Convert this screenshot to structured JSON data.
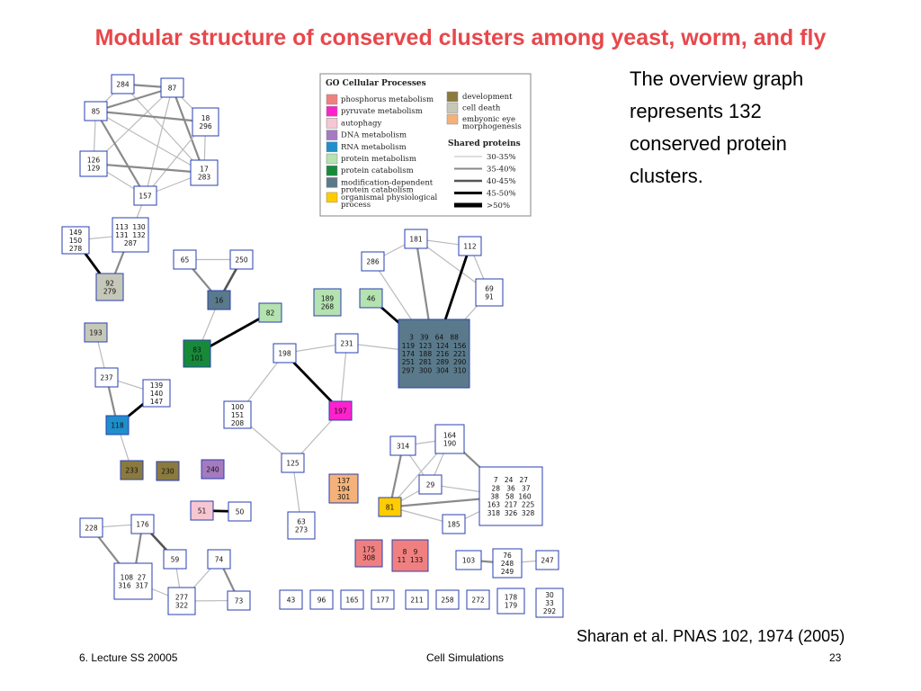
{
  "slide": {
    "title": "Modular structure of conserved clusters among yeast, worm, and fly",
    "side_text": [
      "The overview graph",
      "represents 132",
      "conserved protein",
      "clusters."
    ],
    "citation": "Sharan et al. PNAS 102, 1974 (2005)",
    "footer_left": "6. Lecture SS 20005",
    "footer_center": "Cell Simulations",
    "footer_right": "23"
  },
  "legend": {
    "title": "GO Cellular Processes",
    "processes_left": [
      {
        "label": "phosphorus metabolism",
        "color": "#f08080"
      },
      {
        "label": "pyruvate metabolism",
        "color": "#ff22cc"
      },
      {
        "label": "autophagy",
        "color": "#f6c7d3"
      },
      {
        "label": "DNA metabolism",
        "color": "#a57abf"
      },
      {
        "label": "RNA metabolism",
        "color": "#1e8fcb"
      },
      {
        "label": "protein metabolism",
        "color": "#b4e2b0"
      },
      {
        "label": "protein catabolism",
        "color": "#178a3a"
      },
      {
        "label": "modification-dependent\nprotein catabolism",
        "color": "#5a7a8b"
      },
      {
        "label": "organismal physiological\nprocess",
        "color": "#ffcc00"
      }
    ],
    "processes_right": [
      {
        "label": "development",
        "color": "#8b7a3e"
      },
      {
        "label": "cell death",
        "color": "#c5c8b8"
      },
      {
        "label": "embyonic eye\nmorphogenesis",
        "color": "#f4b27a"
      }
    ],
    "shared_title": "Shared proteins",
    "shared": [
      {
        "label": "30-35%",
        "color": "#bbbbbb",
        "width": 1
      },
      {
        "label": "35-40%",
        "color": "#888888",
        "width": 2
      },
      {
        "label": "40-45%",
        "color": "#555555",
        "width": 2.5
      },
      {
        "label": "45-50%",
        "color": "#000000",
        "width": 3
      },
      {
        "label": ">50%",
        "color": "#000000",
        "width": 5
      }
    ]
  },
  "graph": {
    "nodes": [
      {
        "id": "n284",
        "lines": [
          "284"
        ],
        "fill": "#ffffff"
      },
      {
        "id": "n87",
        "lines": [
          "87"
        ],
        "fill": "#ffffff"
      },
      {
        "id": "n85",
        "lines": [
          "85"
        ],
        "fill": "#ffffff"
      },
      {
        "id": "n18",
        "lines": [
          "18",
          "296"
        ],
        "fill": "#ffffff"
      },
      {
        "id": "n126",
        "lines": [
          "126",
          "129"
        ],
        "fill": "#ffffff"
      },
      {
        "id": "n17",
        "lines": [
          "17",
          "283"
        ],
        "fill": "#ffffff"
      },
      {
        "id": "n157",
        "lines": [
          "157"
        ],
        "fill": "#ffffff"
      },
      {
        "id": "n149",
        "lines": [
          "149",
          "150",
          "278"
        ],
        "fill": "#ffffff"
      },
      {
        "id": "n113",
        "lines": [
          "113  130",
          "131  132",
          "287"
        ],
        "fill": "#ffffff"
      },
      {
        "id": "n92",
        "lines": [
          "92",
          "279"
        ],
        "fill": "#c5c8b8"
      },
      {
        "id": "n65",
        "lines": [
          "65"
        ],
        "fill": "#ffffff"
      },
      {
        "id": "n250",
        "lines": [
          "250"
        ],
        "fill": "#ffffff"
      },
      {
        "id": "n16",
        "lines": [
          "16"
        ],
        "fill": "#5a7a8b"
      },
      {
        "id": "n82",
        "lines": [
          "82"
        ],
        "fill": "#b4e2b0"
      },
      {
        "id": "n83",
        "lines": [
          "83",
          "101"
        ],
        "fill": "#178a3a"
      },
      {
        "id": "n189",
        "lines": [
          "189",
          "268"
        ],
        "fill": "#b4e2b0"
      },
      {
        "id": "n46",
        "lines": [
          "46"
        ],
        "fill": "#b4e2b0"
      },
      {
        "id": "n181",
        "lines": [
          "181"
        ],
        "fill": "#ffffff"
      },
      {
        "id": "n112",
        "lines": [
          "112"
        ],
        "fill": "#ffffff"
      },
      {
        "id": "n286",
        "lines": [
          "286"
        ],
        "fill": "#ffffff"
      },
      {
        "id": "n69",
        "lines": [
          "69",
          "91"
        ],
        "fill": "#ffffff"
      },
      {
        "id": "nbig",
        "lines": [
          "3   39   64   88",
          "119  123  124  156",
          "174  188  216  221",
          "251  281  289  290",
          "297  300  304  310"
        ],
        "fill": "#5a7a8b"
      },
      {
        "id": "n231",
        "lines": [
          "231"
        ],
        "fill": "#ffffff"
      },
      {
        "id": "n198",
        "lines": [
          "198"
        ],
        "fill": "#ffffff"
      },
      {
        "id": "n193",
        "lines": [
          "193"
        ],
        "fill": "#c5c8b8"
      },
      {
        "id": "n237",
        "lines": [
          "237"
        ],
        "fill": "#ffffff"
      },
      {
        "id": "n139",
        "lines": [
          "139",
          "140",
          "147"
        ],
        "fill": "#ffffff"
      },
      {
        "id": "n118",
        "lines": [
          "118"
        ],
        "fill": "#1e8fcb"
      },
      {
        "id": "n100",
        "lines": [
          "100",
          "151",
          "208"
        ],
        "fill": "#ffffff"
      },
      {
        "id": "n197",
        "lines": [
          "197"
        ],
        "fill": "#ff22cc"
      },
      {
        "id": "n314",
        "lines": [
          "314"
        ],
        "fill": "#ffffff"
      },
      {
        "id": "n164",
        "lines": [
          "164",
          "190"
        ],
        "fill": "#ffffff"
      },
      {
        "id": "n233",
        "lines": [
          "233"
        ],
        "fill": "#8b7a3e"
      },
      {
        "id": "n230",
        "lines": [
          "230"
        ],
        "fill": "#8b7a3e"
      },
      {
        "id": "n240",
        "lines": [
          "240"
        ],
        "fill": "#a57abf"
      },
      {
        "id": "n125",
        "lines": [
          "125"
        ],
        "fill": "#ffffff"
      },
      {
        "id": "n137",
        "lines": [
          "137",
          "194",
          "301"
        ],
        "fill": "#f4b27a"
      },
      {
        "id": "n29",
        "lines": [
          "29"
        ],
        "fill": "#ffffff"
      },
      {
        "id": "n7",
        "lines": [
          "7   24   27",
          "28   36   37",
          "38   58  160",
          "163  217  225",
          "318  326  328"
        ],
        "fill": "#ffffff"
      },
      {
        "id": "n51",
        "lines": [
          "51"
        ],
        "fill": "#f6c7d3"
      },
      {
        "id": "n50",
        "lines": [
          "50"
        ],
        "fill": "#ffffff"
      },
      {
        "id": "n81",
        "lines": [
          "81"
        ],
        "fill": "#ffcc00"
      },
      {
        "id": "n228",
        "lines": [
          "228"
        ],
        "fill": "#ffffff"
      },
      {
        "id": "n176",
        "lines": [
          "176"
        ],
        "fill": "#ffffff"
      },
      {
        "id": "n63",
        "lines": [
          "63",
          "273"
        ],
        "fill": "#ffffff"
      },
      {
        "id": "n185",
        "lines": [
          "185"
        ],
        "fill": "#ffffff"
      },
      {
        "id": "n59",
        "lines": [
          "59"
        ],
        "fill": "#ffffff"
      },
      {
        "id": "n74",
        "lines": [
          "74"
        ],
        "fill": "#ffffff"
      },
      {
        "id": "n175",
        "lines": [
          "175",
          "308"
        ],
        "fill": "#f08080"
      },
      {
        "id": "n8",
        "lines": [
          "8   9",
          "11  133"
        ],
        "fill": "#f08080"
      },
      {
        "id": "n103",
        "lines": [
          "103"
        ],
        "fill": "#ffffff"
      },
      {
        "id": "n76",
        "lines": [
          "76",
          "248",
          "249"
        ],
        "fill": "#ffffff"
      },
      {
        "id": "n247",
        "lines": [
          "247"
        ],
        "fill": "#ffffff"
      },
      {
        "id": "n108",
        "lines": [
          "108  27",
          "316  317"
        ],
        "fill": "#ffffff"
      },
      {
        "id": "n277",
        "lines": [
          "277",
          "322"
        ],
        "fill": "#ffffff"
      },
      {
        "id": "n73",
        "lines": [
          "73"
        ],
        "fill": "#ffffff"
      },
      {
        "id": "n43",
        "lines": [
          "43"
        ],
        "fill": "#ffffff"
      },
      {
        "id": "n96",
        "lines": [
          "96"
        ],
        "fill": "#ffffff"
      },
      {
        "id": "n165",
        "lines": [
          "165"
        ],
        "fill": "#ffffff"
      },
      {
        "id": "n177",
        "lines": [
          "177"
        ],
        "fill": "#ffffff"
      },
      {
        "id": "n211",
        "lines": [
          "211"
        ],
        "fill": "#ffffff"
      },
      {
        "id": "n258",
        "lines": [
          "258"
        ],
        "fill": "#ffffff"
      },
      {
        "id": "n272",
        "lines": [
          "272"
        ],
        "fill": "#ffffff"
      },
      {
        "id": "n178",
        "lines": [
          "178",
          "179"
        ],
        "fill": "#ffffff"
      },
      {
        "id": "n30",
        "lines": [
          "30",
          "33",
          "292"
        ],
        "fill": "#ffffff"
      }
    ],
    "edges": [
      {
        "a": "n284",
        "b": "n87",
        "shared": "35-40%"
      },
      {
        "a": "n284",
        "b": "n85",
        "shared": "30-35%"
      },
      {
        "a": "n284",
        "b": "n17",
        "shared": "30-35%"
      },
      {
        "a": "n87",
        "b": "n85",
        "shared": "35-40%"
      },
      {
        "a": "n87",
        "b": "n18",
        "shared": "30-35%"
      },
      {
        "a": "n87",
        "b": "n17",
        "shared": "35-40%"
      },
      {
        "a": "n87",
        "b": "n126",
        "shared": "30-35%"
      },
      {
        "a": "n87",
        "b": "n157",
        "shared": "30-35%"
      },
      {
        "a": "n85",
        "b": "n18",
        "shared": "35-40%"
      },
      {
        "a": "n85",
        "b": "n126",
        "shared": "30-35%"
      },
      {
        "a": "n85",
        "b": "n157",
        "shared": "35-40%"
      },
      {
        "a": "n85",
        "b": "n17",
        "shared": "30-35%"
      },
      {
        "a": "n18",
        "b": "n17",
        "shared": "30-35%"
      },
      {
        "a": "n18",
        "b": "n157",
        "shared": "30-35%"
      },
      {
        "a": "n126",
        "b": "n17",
        "shared": "35-40%"
      },
      {
        "a": "n126",
        "b": "n157",
        "shared": "30-35%"
      },
      {
        "a": "n17",
        "b": "n157",
        "shared": "30-35%"
      },
      {
        "a": "n157",
        "b": "n113",
        "shared": "30-35%"
      },
      {
        "a": "n149",
        "b": "n113",
        "shared": "30-35%"
      },
      {
        "a": "n149",
        "b": "n92",
        "shared": "45-50%"
      },
      {
        "a": "n113",
        "b": "n92",
        "shared": "35-40%"
      },
      {
        "a": "n65",
        "b": "n16",
        "shared": "35-40%"
      },
      {
        "a": "n65",
        "b": "n250",
        "shared": "30-35%"
      },
      {
        "a": "n250",
        "b": "n16",
        "shared": "40-45%"
      },
      {
        "a": "n16",
        "b": "n83",
        "shared": "30-35%"
      },
      {
        "a": "n83",
        "b": "n82",
        "shared": "45-50%"
      },
      {
        "a": "n46",
        "b": "nbig",
        "shared": "45-50%"
      },
      {
        "a": "n181",
        "b": "n286",
        "shared": "30-35%"
      },
      {
        "a": "n181",
        "b": "n112",
        "shared": "30-35%"
      },
      {
        "a": "n181",
        "b": "nbig",
        "shared": "35-40%"
      },
      {
        "a": "n181",
        "b": "n69",
        "shared": "30-35%"
      },
      {
        "a": "n286",
        "b": "nbig",
        "shared": "30-35%"
      },
      {
        "a": "n112",
        "b": "nbig",
        "shared": "45-50%"
      },
      {
        "a": "n112",
        "b": "n69",
        "shared": "30-35%"
      },
      {
        "a": "n69",
        "b": "nbig",
        "shared": "30-35%"
      },
      {
        "a": "n231",
        "b": "nbig",
        "shared": "30-35%"
      },
      {
        "a": "n198",
        "b": "n231",
        "shared": "30-35%"
      },
      {
        "a": "n231",
        "b": "n197",
        "shared": "30-35%"
      },
      {
        "a": "n198",
        "b": "n197",
        "shared": "45-50%"
      },
      {
        "a": "n198",
        "b": "n100",
        "shared": "30-35%"
      },
      {
        "a": "n100",
        "b": "n125",
        "shared": "30-35%"
      },
      {
        "a": "n197",
        "b": "n125",
        "shared": "30-35%"
      },
      {
        "a": "n125",
        "b": "n63",
        "shared": "30-35%"
      },
      {
        "a": "n193",
        "b": "n237",
        "shared": "30-35%"
      },
      {
        "a": "n237",
        "b": "n139",
        "shared": "30-35%"
      },
      {
        "a": "n237",
        "b": "n118",
        "shared": "35-40%"
      },
      {
        "a": "n139",
        "b": "n118",
        "shared": "45-50%"
      },
      {
        "a": "n118",
        "b": "n233",
        "shared": "30-35%"
      },
      {
        "a": "n51",
        "b": "n50",
        "shared": "45-50%"
      },
      {
        "a": "n314",
        "b": "n81",
        "shared": "35-40%"
      },
      {
        "a": "n314",
        "b": "n164",
        "shared": "30-35%"
      },
      {
        "a": "n164",
        "b": "n81",
        "shared": "30-35%"
      },
      {
        "a": "n164",
        "b": "n7",
        "shared": "35-40%"
      },
      {
        "a": "n164",
        "b": "n29",
        "shared": "30-35%"
      },
      {
        "a": "n29",
        "b": "n81",
        "shared": "30-35%"
      },
      {
        "a": "n81",
        "b": "n7",
        "shared": "35-40%"
      },
      {
        "a": "n81",
        "b": "n185",
        "shared": "30-35%"
      },
      {
        "a": "n29",
        "b": "n7",
        "shared": "30-35%"
      },
      {
        "a": "n185",
        "b": "n7",
        "shared": "30-35%"
      },
      {
        "a": "n314",
        "b": "n29",
        "shared": "30-35%"
      },
      {
        "a": "n228",
        "b": "n176",
        "shared": "30-35%"
      },
      {
        "a": "n228",
        "b": "n108",
        "shared": "35-40%"
      },
      {
        "a": "n176",
        "b": "n108",
        "shared": "35-40%"
      },
      {
        "a": "n176",
        "b": "n59",
        "shared": "40-45%"
      },
      {
        "a": "n108",
        "b": "n277",
        "shared": "30-35%"
      },
      {
        "a": "n59",
        "b": "n277",
        "shared": "30-35%"
      },
      {
        "a": "n74",
        "b": "n277",
        "shared": "30-35%"
      },
      {
        "a": "n74",
        "b": "n73",
        "shared": "35-40%"
      },
      {
        "a": "n277",
        "b": "n73",
        "shared": "30-35%"
      },
      {
        "a": "n103",
        "b": "n76",
        "shared": "35-40%"
      },
      {
        "a": "n76",
        "b": "n247",
        "shared": "30-35%"
      }
    ]
  }
}
